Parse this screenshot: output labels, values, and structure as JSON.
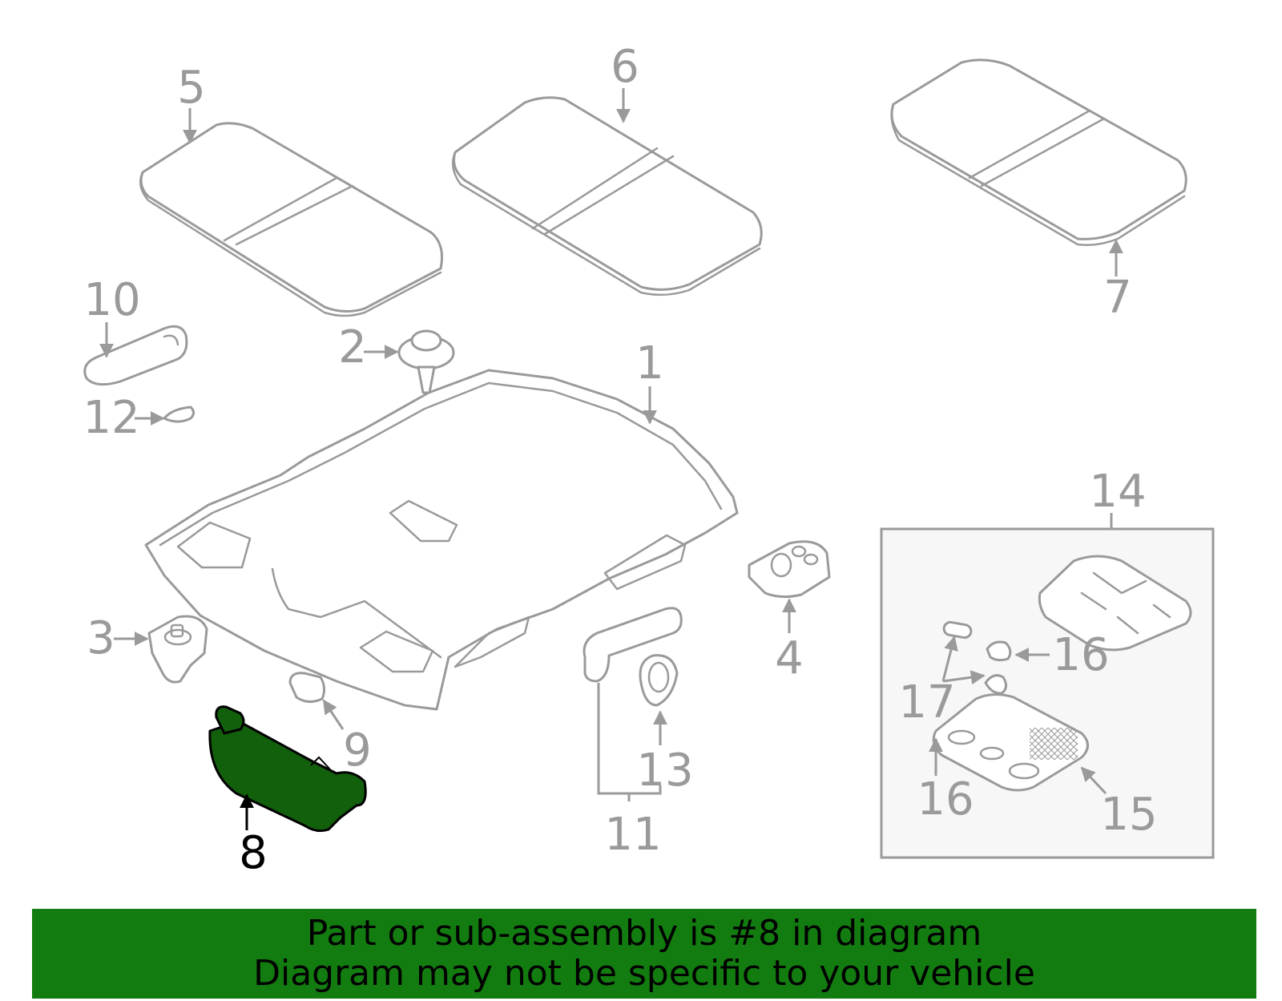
{
  "colors": {
    "line_gray": "#9a9a9a",
    "highlight_green": "#125f0c",
    "banner_green": "#137c10",
    "inset_bg": "#f7f7f7",
    "text_dark": "#000000"
  },
  "callouts": [
    {
      "id": "1",
      "text": "1"
    },
    {
      "id": "2",
      "text": "2"
    },
    {
      "id": "3",
      "text": "3"
    },
    {
      "id": "4",
      "text": "4"
    },
    {
      "id": "5",
      "text": "5"
    },
    {
      "id": "6",
      "text": "6"
    },
    {
      "id": "7",
      "text": "7"
    },
    {
      "id": "8",
      "text": "8",
      "highlighted": true
    },
    {
      "id": "9",
      "text": "9"
    },
    {
      "id": "10",
      "text": "10"
    },
    {
      "id": "11",
      "text": "11"
    },
    {
      "id": "12",
      "text": "12"
    },
    {
      "id": "13",
      "text": "13"
    },
    {
      "id": "14",
      "text": "14"
    },
    {
      "id": "15",
      "text": "15"
    },
    {
      "id": "16a",
      "text": "16"
    },
    {
      "id": "16b",
      "text": "16"
    },
    {
      "id": "17",
      "text": "17"
    }
  ],
  "banner": {
    "line1": "Part or sub-assembly is #8 in diagram",
    "line2": "Diagram may not be specific to your vehicle"
  }
}
